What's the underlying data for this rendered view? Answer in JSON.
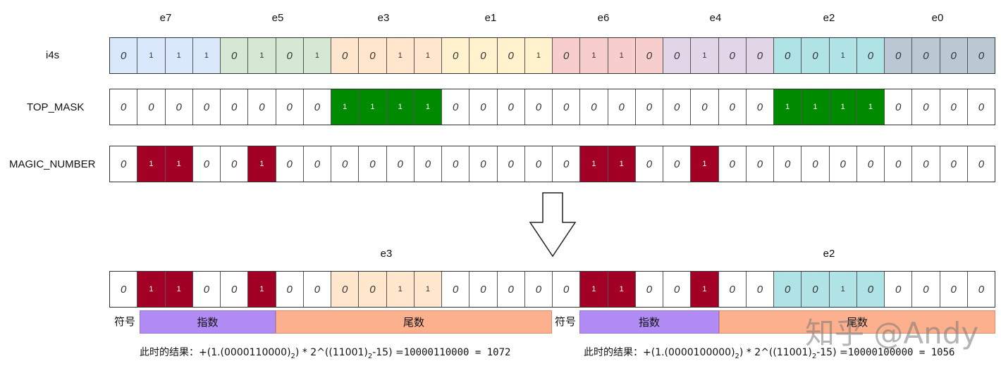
{
  "colors": {
    "blue": "#dae8fc",
    "green": "#d5e8d4",
    "orange": "#ffe6cc",
    "yellow": "#fff2cc",
    "red": "#f8cecc",
    "purple": "#e1d5e7",
    "teal": "#b0e3e6",
    "gray": "#bac8d3",
    "white": "#ffffff",
    "maroon": "#a20025",
    "darkgreen": "#008a00",
    "lavender": "#b18cf5",
    "salmon": "#fcb08d"
  },
  "group_labels": [
    "e7",
    "e5",
    "e3",
    "e1",
    "e6",
    "e4",
    "e2",
    "e0"
  ],
  "rows": [
    {
      "label": "i4s",
      "bits": [
        "0",
        "1",
        "1",
        "1",
        "0",
        "1",
        "0",
        "1",
        "0",
        "0",
        "1",
        "1",
        "0",
        "0",
        "0",
        "1",
        "0",
        "1",
        "1",
        "0",
        "0",
        "1",
        "0",
        "0",
        "0",
        "0",
        "1",
        "0",
        "0",
        "0",
        "0",
        "0"
      ],
      "fills": [
        "blue",
        "blue",
        "blue",
        "blue",
        "green",
        "green",
        "green",
        "green",
        "orange",
        "orange",
        "orange",
        "orange",
        "yellow",
        "yellow",
        "yellow",
        "yellow",
        "red",
        "red",
        "red",
        "red",
        "purple",
        "purple",
        "purple",
        "purple",
        "teal",
        "teal",
        "teal",
        "teal",
        "gray",
        "gray",
        "gray",
        "gray"
      ]
    },
    {
      "label": "TOP_MASK",
      "bits": [
        "0",
        "0",
        "0",
        "0",
        "0",
        "0",
        "0",
        "0",
        "1",
        "1",
        "1",
        "1",
        "0",
        "0",
        "0",
        "0",
        "0",
        "0",
        "0",
        "0",
        "0",
        "0",
        "0",
        "0",
        "1",
        "1",
        "1",
        "1",
        "0",
        "0",
        "0",
        "0"
      ],
      "fills": [
        "white",
        "white",
        "white",
        "white",
        "white",
        "white",
        "white",
        "white",
        "darkgreen",
        "darkgreen",
        "darkgreen",
        "darkgreen",
        "white",
        "white",
        "white",
        "white",
        "white",
        "white",
        "white",
        "white",
        "white",
        "white",
        "white",
        "white",
        "darkgreen",
        "darkgreen",
        "darkgreen",
        "darkgreen",
        "white",
        "white",
        "white",
        "white"
      ]
    },
    {
      "label": "MAGIC_NUMBER",
      "bits": [
        "0",
        "1",
        "1",
        "0",
        "0",
        "1",
        "0",
        "0",
        "0",
        "0",
        "0",
        "0",
        "0",
        "0",
        "0",
        "0",
        "0",
        "1",
        "1",
        "0",
        "0",
        "1",
        "0",
        "0",
        "0",
        "0",
        "0",
        "0",
        "0",
        "0",
        "0",
        "0"
      ],
      "fills": [
        "white",
        "maroon",
        "maroon",
        "white",
        "white",
        "maroon",
        "white",
        "white",
        "white",
        "white",
        "white",
        "white",
        "white",
        "white",
        "white",
        "white",
        "white",
        "maroon",
        "maroon",
        "white",
        "white",
        "maroon",
        "white",
        "white",
        "white",
        "white",
        "white",
        "white",
        "white",
        "white",
        "white",
        "white"
      ]
    }
  ],
  "result": {
    "labels": [
      "e3",
      "e2"
    ],
    "bits": [
      "0",
      "1",
      "1",
      "0",
      "0",
      "1",
      "0",
      "0",
      "0",
      "0",
      "1",
      "1",
      "0",
      "0",
      "0",
      "0",
      "0",
      "1",
      "1",
      "0",
      "0",
      "1",
      "0",
      "0",
      "0",
      "0",
      "1",
      "0",
      "0",
      "0",
      "0",
      "0"
    ],
    "fills": [
      "white",
      "maroon",
      "maroon",
      "white",
      "white",
      "maroon",
      "white",
      "white",
      "orange",
      "orange",
      "orange",
      "orange",
      "white",
      "white",
      "white",
      "white",
      "white",
      "maroon",
      "maroon",
      "white",
      "white",
      "maroon",
      "white",
      "white",
      "teal",
      "teal",
      "teal",
      "teal",
      "white",
      "white",
      "white",
      "white"
    ]
  },
  "segments": {
    "sign": "符号",
    "exponent": "指数",
    "mantissa": "尾数"
  },
  "formulas": [
    {
      "prefix": "此时的结果：+(1.(0000110000)",
      "sub1": "2",
      "mid": ") * 2^((11001)",
      "sub2": "2",
      "end": "-15) =",
      "mono": "10000110000 = 1072"
    },
    {
      "prefix": "此时的结果：+(1.(0000100000)",
      "sub1": "2",
      "mid": ") * 2^((11001)",
      "sub2": "2",
      "end": "-15) =",
      "mono": "10000100000 = 1056"
    }
  ],
  "watermark": "知乎 @Andy"
}
